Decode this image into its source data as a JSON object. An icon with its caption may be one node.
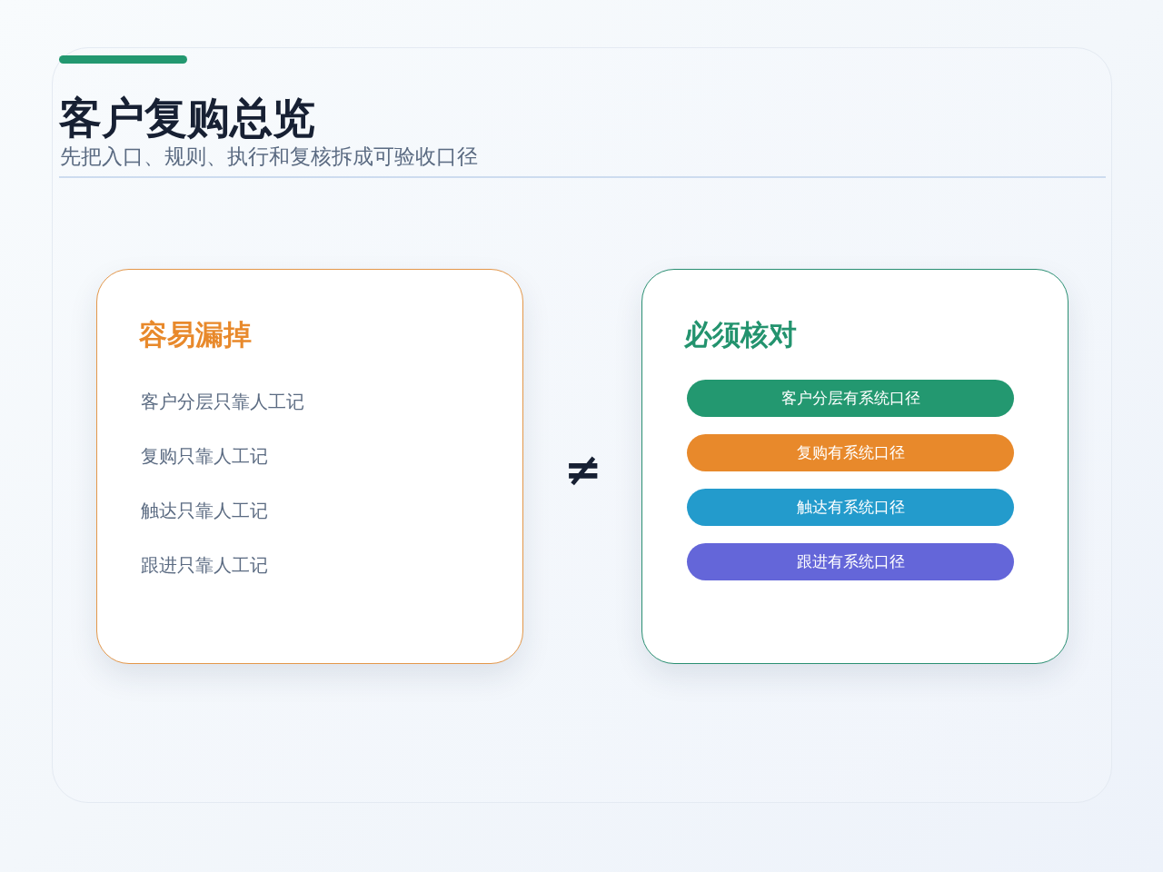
{
  "diagram": {
    "title": "客户复购总览",
    "nodes": [
      {
        "text": [
          "容易漏掉",
          "客户分层只靠人工记",
          "复购只靠人工记",
          "触达只靠人工记",
          "跟进只靠人工记"
        ]
      },
      {
        "text": [
          "必须核对"
        ]
      },
      {
        "text": [
          "客户分层有系统口径"
        ],
        "in": 1
      },
      {
        "text": [
          "复购有系统口径"
        ],
        "in": 1
      },
      {
        "text": [
          "触达有系统口径"
        ],
        "in": 1
      },
      {
        "text": [
          "跟进有系统口径"
        ],
        "in": 1
      }
    ],
    "edges": [],
    "labels": [
      "先把入口、规则、执行和复核拆成可验收口径",
      "≠"
    ]
  }
}
